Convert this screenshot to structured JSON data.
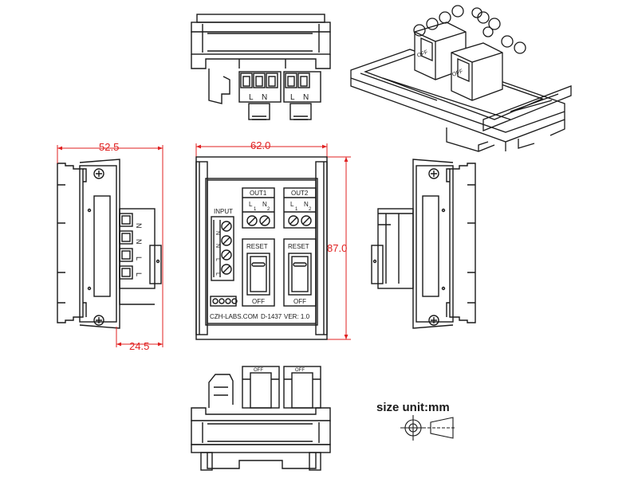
{
  "dimensions": {
    "left_width": "52.5",
    "left_depth": "24.5",
    "front_width": "62.0",
    "front_height": "87.0"
  },
  "front_panel": {
    "input_label": "INPUT",
    "input_pins": [
      "N",
      "N",
      "L",
      "L"
    ],
    "outputs": [
      {
        "label": "OUT1",
        "pins": [
          "L",
          "N"
        ],
        "pin_numbers": [
          "1",
          "2"
        ],
        "reset": "RESET",
        "off": "OFF"
      },
      {
        "label": "OUT2",
        "pins": [
          "L",
          "N"
        ],
        "pin_numbers": [
          "1",
          "2"
        ],
        "reset": "RESET",
        "off": "OFF"
      }
    ],
    "brand": "CZH-LABS.COM",
    "model": "D-1437",
    "version": "VER: 1.0"
  },
  "top_view": {
    "terminal_pins": [
      "L",
      "N",
      "L",
      "N"
    ]
  },
  "side_view": {
    "terminal_pins": [
      "N",
      "N",
      "L",
      "L"
    ]
  },
  "bottom_view": {
    "switch_labels": [
      "OFF",
      "OFF"
    ]
  },
  "iso_view": {
    "switch_labels": [
      "OFF",
      "OFF"
    ]
  },
  "legend": {
    "size_unit": "size unit:mm"
  },
  "colors": {
    "dimension": "#e02020",
    "line": "#1a1a1a"
  }
}
